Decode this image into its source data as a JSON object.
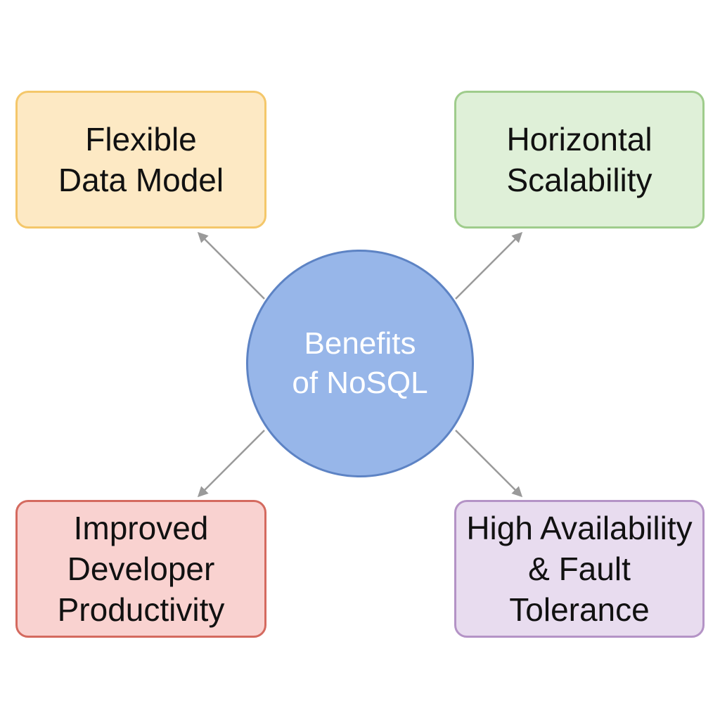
{
  "colors": {
    "center_fill": "#97b6e9",
    "center_border": "#5d83c4",
    "center_text": "#ffffff",
    "arrow": "#9a9a9a",
    "text": "#111111"
  },
  "center": {
    "lines": [
      "Benefits",
      "of NoSQL"
    ]
  },
  "benefits": [
    {
      "id": "flexible-data-model",
      "position": "top-left",
      "lines": [
        "Flexible",
        "Data Model"
      ],
      "fill": "#fde9c4",
      "border": "#f4c76a"
    },
    {
      "id": "horizontal-scalability",
      "position": "top-right",
      "lines": [
        "Horizontal",
        "Scalability"
      ],
      "fill": "#dff0d8",
      "border": "#9fcc8c"
    },
    {
      "id": "improved-developer-productivity",
      "position": "bottom-left",
      "lines": [
        "Improved",
        "Developer",
        "Productivity"
      ],
      "fill": "#f9d2d0",
      "border": "#d46a5f"
    },
    {
      "id": "high-availability-fault-tolerance",
      "position": "bottom-right",
      "lines": [
        "High Availability",
        "& Fault",
        "Tolerance"
      ],
      "fill": "#e8dcef",
      "border": "#b493c6"
    }
  ]
}
